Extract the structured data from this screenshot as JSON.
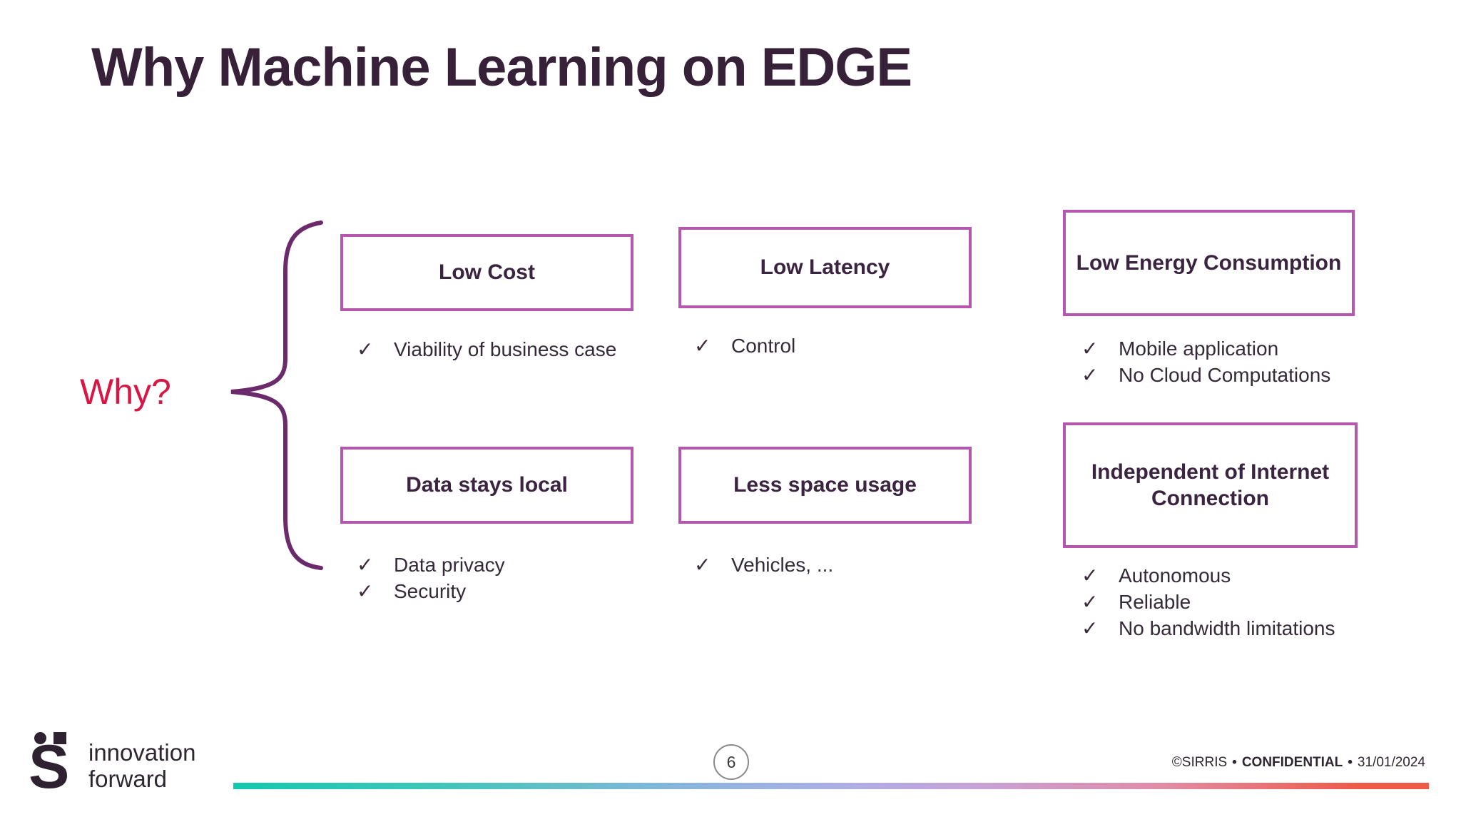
{
  "slide": {
    "title": "Why Machine Learning on EDGE",
    "why_label": "Why?",
    "check_glyph": "✓",
    "groups": [
      {
        "box": "Low Cost",
        "items": [
          "Viability of business case"
        ]
      },
      {
        "box": "Low Latency",
        "items": [
          "Control"
        ]
      },
      {
        "box": "Low Energy Consumption",
        "items": [
          "Mobile application",
          "No Cloud Computations"
        ]
      },
      {
        "box": "Data stays local",
        "items": [
          "Data privacy",
          "Security"
        ]
      },
      {
        "box": "Less space usage",
        "items": [
          "Vehicles, ..."
        ]
      },
      {
        "box": "Independent of Internet Connection",
        "items": [
          "Autonomous",
          "Reliable",
          "No bandwidth limitations"
        ]
      }
    ]
  },
  "footer": {
    "logo_letter": "S",
    "brand_line1": "innovation",
    "brand_line2": "forward",
    "page_number": "6",
    "copyright": {
      "org": "©SIRRIS",
      "sep": "•",
      "label": "CONFIDENTIAL",
      "date": "31/01/2024"
    }
  },
  "colors": {
    "title_text": "#362138",
    "why_text": "#d81544",
    "box_border": "#b557ae",
    "brace": "#6b2a6b",
    "body_text": "#352a38",
    "footer_text": "#2e2630",
    "logo": "#2e2231",
    "gradient": [
      "#12c9ad",
      "#8ab5dd",
      "#abb0e4",
      "#c7a3d9",
      "#e18ba5",
      "#ee5b49"
    ]
  }
}
